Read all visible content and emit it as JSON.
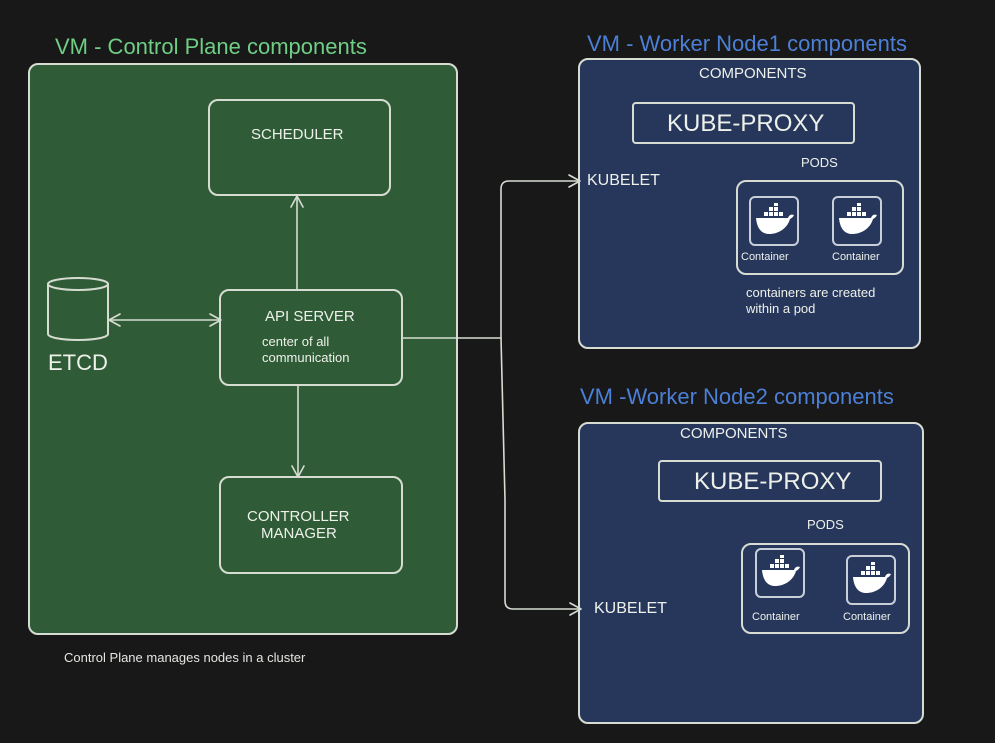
{
  "control_plane": {
    "title": "VM - Control Plane components",
    "scheduler": "SCHEDULER",
    "api_server": {
      "label": "API SERVER",
      "description_line1": "center of all",
      "description_line2": "communication"
    },
    "controller_manager": {
      "line1": "CONTROLLER",
      "line2": "MANAGER"
    },
    "etcd": "ETCD",
    "caption": "Control Plane  manages nodes in a cluster"
  },
  "worker_node1": {
    "title": "VM - Worker Node1 components",
    "components_label": "COMPONENTS",
    "kube_proxy": "KUBE-PROXY",
    "kubelet": "KUBELET",
    "pods_label": "PODS",
    "containers": [
      {
        "label": "Container",
        "icon": "docker-whale-icon"
      },
      {
        "label": "Container",
        "icon": "docker-whale-icon"
      }
    ],
    "note_line1": "containers are created",
    "note_line2": "within a pod"
  },
  "worker_node2": {
    "title": "VM -Worker Node2 components",
    "components_label": "COMPONENTS",
    "kube_proxy": "KUBE-PROXY",
    "kubelet": "KUBELET",
    "pods_label": "PODS",
    "containers": [
      {
        "label": "Container",
        "icon": "docker-whale-icon"
      },
      {
        "label": "Container",
        "icon": "docker-whale-icon"
      }
    ]
  },
  "colors": {
    "background": "#181818",
    "control_plane_fill": "#2f5c36",
    "worker_fill": "#27375c",
    "control_plane_title": "#6fce85",
    "worker_title": "#4c7fd6",
    "stroke": "#d6dcd2"
  }
}
